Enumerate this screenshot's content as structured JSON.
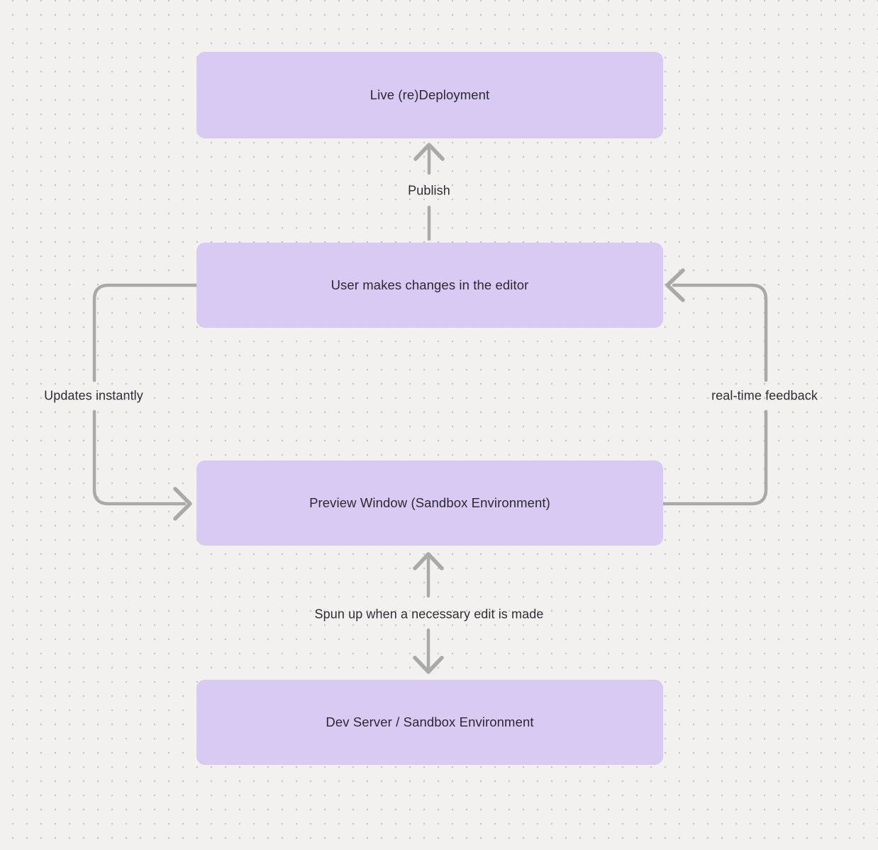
{
  "colors": {
    "background": "#f2f1ef",
    "dot_grid": "#c6c4c2",
    "node_fill": "#d8caf2",
    "node_text": "#2a2931",
    "connector": "#a9a9a9"
  },
  "nodes": [
    {
      "id": "live-redeployment",
      "label": "Live (re)Deployment"
    },
    {
      "id": "user-changes",
      "label": "User makes changes in the editor"
    },
    {
      "id": "preview-window",
      "label": "Preview Window (Sandbox Environment)"
    },
    {
      "id": "dev-server",
      "label": "Dev Server / Sandbox Environment"
    }
  ],
  "edges": [
    {
      "id": "publish",
      "from": "user-changes",
      "to": "live-redeployment",
      "label": "Publish",
      "direction": "up"
    },
    {
      "id": "updates-instantly",
      "from": "user-changes",
      "to": "preview-window",
      "label": "Updates instantly",
      "direction": "left-loop-down"
    },
    {
      "id": "real-time-feedback",
      "from": "preview-window",
      "to": "user-changes",
      "label": "real-time feedback",
      "direction": "right-loop-up"
    },
    {
      "id": "spun-up",
      "from": "preview-window",
      "to": "dev-server",
      "label": "Spun up when a necessary edit is made",
      "direction": "bidirectional"
    }
  ]
}
